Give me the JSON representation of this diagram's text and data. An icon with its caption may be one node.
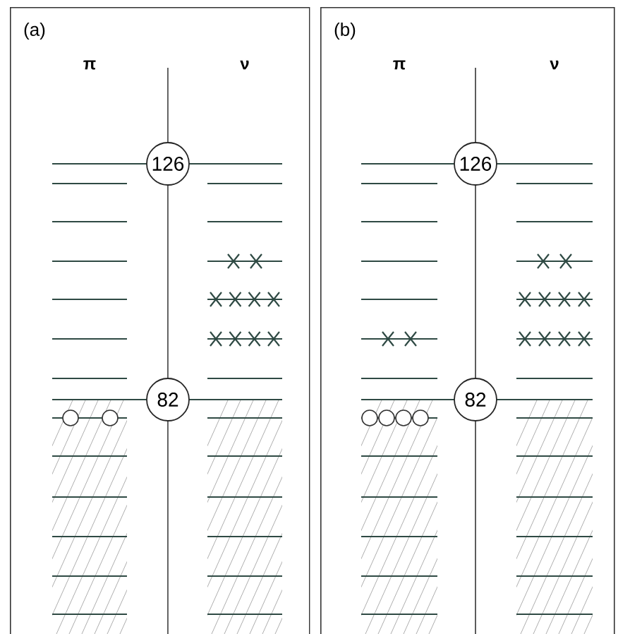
{
  "diagram": {
    "nodes": [
      {
        "text": [
          "(a)"
        ]
      },
      {
        "text": [
          "126"
        ],
        "in": 0
      },
      {
        "text": [
          "82"
        ],
        "in": 0
      },
      {
        "text": [
          "(b)"
        ]
      },
      {
        "text": [
          "126"
        ],
        "in": 3
      },
      {
        "text": [
          "82"
        ],
        "in": 3
      }
    ],
    "labels": [
      "π",
      "ν",
      "π",
      "ν"
    ]
  }
}
